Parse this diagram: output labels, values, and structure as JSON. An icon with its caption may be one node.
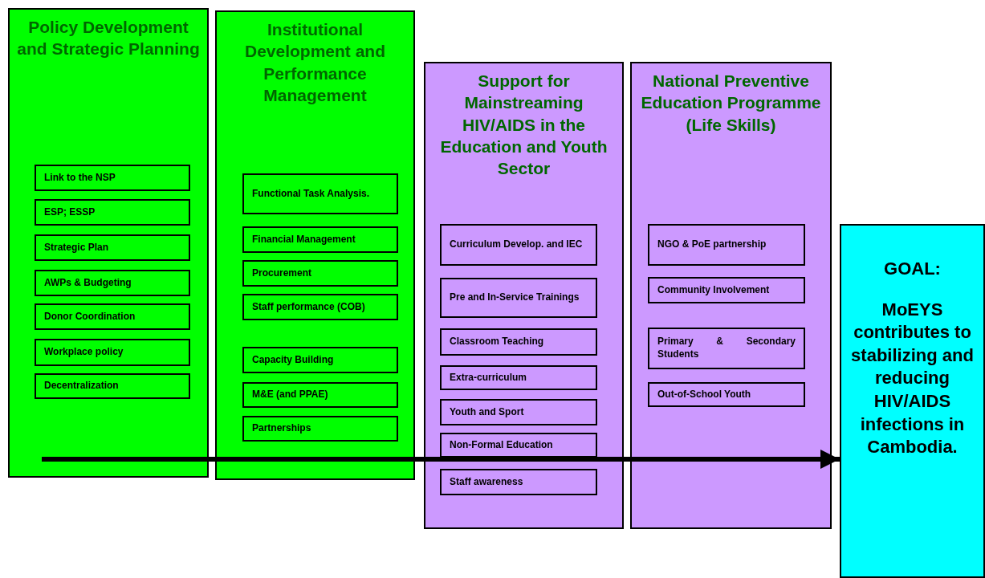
{
  "diagram": {
    "nodes": [
      {
        "text": [
          "Policy Development and Strategic Planning"
        ]
      },
      {
        "text": [
          "Link to the NSP"
        ],
        "in": 0
      },
      {
        "text": [
          "ESP; ESSP"
        ],
        "in": 0
      },
      {
        "text": [
          "Strategic Plan"
        ],
        "in": 0
      },
      {
        "text": [
          "AWPs & Budgeting"
        ],
        "in": 0
      },
      {
        "text": [
          "Donor Coordination"
        ],
        "in": 0
      },
      {
        "text": [
          "Workplace policy"
        ],
        "in": 0
      },
      {
        "text": [
          "Decentralization"
        ],
        "in": 0
      },
      {
        "text": [
          "Institutional Development and Performance Management"
        ]
      },
      {
        "text": [
          "Functional Task Analysis."
        ],
        "in": 8
      },
      {
        "text": [
          "Financial Management"
        ],
        "in": 8
      },
      {
        "text": [
          "Procurement"
        ],
        "in": 8
      },
      {
        "text": [
          "Staff performance (COB)"
        ],
        "in": 8
      },
      {
        "text": [
          "Capacity Building"
        ],
        "in": 8
      },
      {
        "text": [
          "M&E (and PPAE)"
        ],
        "in": 8
      },
      {
        "text": [
          "Partnerships"
        ],
        "in": 8
      },
      {
        "text": [
          "Support for Mainstreaming HIV/AIDS in the Education and Youth Sector"
        ]
      },
      {
        "text": [
          "Curriculum Develop. and IEC"
        ],
        "in": 16
      },
      {
        "text": [
          "Pre and In-Service Trainings"
        ],
        "in": 16
      },
      {
        "text": [
          "Classroom Teaching"
        ],
        "in": 16
      },
      {
        "text": [
          "Extra-curriculum"
        ],
        "in": 16
      },
      {
        "text": [
          "Youth and Sport"
        ],
        "in": 16
      },
      {
        "text": [
          "Non-Formal Education"
        ],
        "in": 16
      },
      {
        "text": [
          "Staff awareness"
        ],
        "in": 16
      },
      {
        "text": [
          "National Preventive Education Programme (Life Skills)"
        ]
      },
      {
        "text": [
          "NGO & PoE partnership"
        ],
        "in": 24
      },
      {
        "text": [
          "Community Involvement"
        ],
        "in": 24
      },
      {
        "text": [
          "Primary & Secondary Students"
        ],
        "in": 24
      },
      {
        "text": [
          "Out-of-School Youth"
        ],
        "in": 24
      },
      {
        "text": [
          "GOAL:",
          "MoEYS contributes to stabilizing and reducing HIV/AIDS infections in Cambodia."
        ]
      }
    ],
    "edges": [
      {
        "from": null,
        "to": 29,
        "arrow": "to"
      }
    ]
  }
}
